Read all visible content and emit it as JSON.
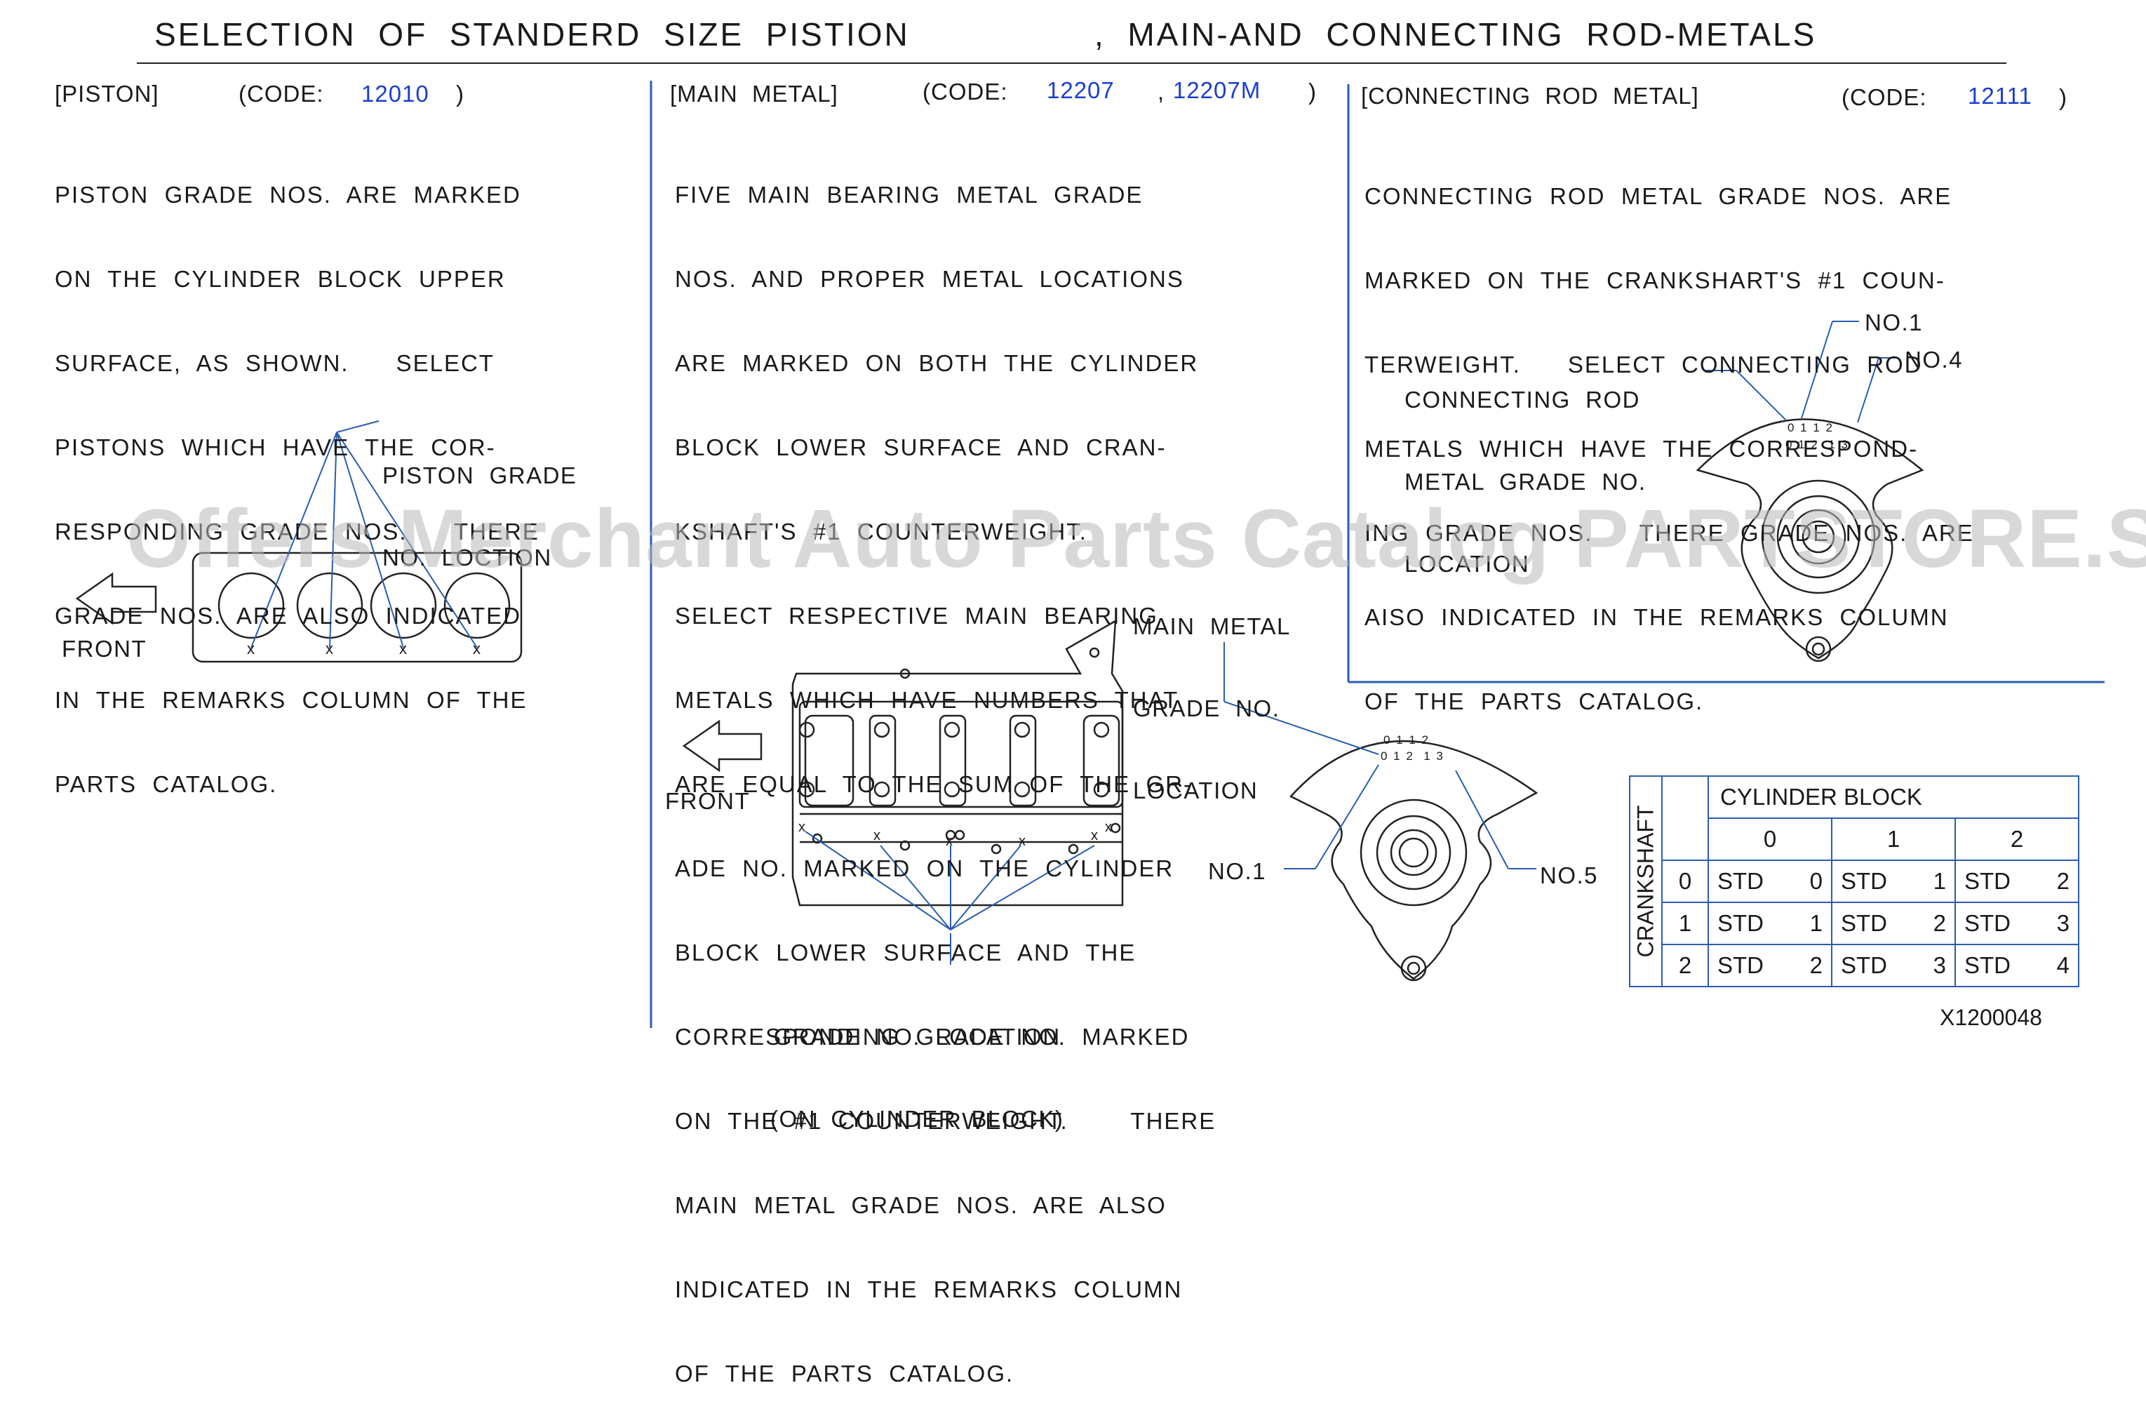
{
  "title": {
    "left": "SELECTION  OF  STANDERD  SIZE  PISTION",
    "right": ",  MAIN-AND  CONNECTING  ROD-METALS"
  },
  "watermark": "Offers Merchant Auto Parts Catalog PARTSTORE.SA",
  "piston": {
    "header": "[PISTON]",
    "code_label": "(CODE:",
    "code": "12010",
    "code_close": ")",
    "text": [
      "PISTON  GRADE  NOS.  ARE  MARKED",
      "ON  THE  CYLINDER  BLOCK  UPPER",
      "SURFACE,  AS  SHOWN.      SELECT",
      "PISTONS  WHICH  HAVE  THE  COR-",
      "RESPONDING  GRADE  NOS.      THERE",
      "GRADE  NOS.  ARE  ALSO  INDICATED",
      "IN  THE  REMARKS  COLUMN  OF  THE",
      "PARTS  CATALOG."
    ],
    "callout": [
      "PISTON  GRADE",
      "NO.  LOCTION"
    ],
    "front": "FRONT",
    "marks": [
      "x",
      "x",
      "x",
      "x"
    ]
  },
  "main_metal": {
    "header": "[MAIN  METAL]",
    "code_label": "(CODE:",
    "code1": "12207",
    "code_sep": ",",
    "code2": "12207M",
    "code_close": ")",
    "text": [
      "FIVE  MAIN  BEARING  METAL  GRADE",
      "NOS.  AND  PROPER  METAL  LOCATIONS",
      "ARE  MARKED  ON  BOTH  THE  CYLINDER",
      "BLOCK  LOWER  SURFACE  AND  CRAN-",
      "KSHAFT'S  #1  COUNTERWEIGHT.",
      "SELECT  RESPECTIVE  MAIN  BEARING",
      "METALS  WHICH  HAVE  NUMBERS  THAT",
      "ARE  EQUAL  TO  THE  SUM  OF  THE  GR-",
      "ADE  NO.  MARKED  ON  THE  CYLINDER",
      "BLOCK  LOWER  SURFACE  AND  THE",
      "CORRESPONDING  GRADE  NO.  MARKED",
      "ON  THE  #1  COUNTERWEIGHT.        THERE",
      "MAIN  METAL  GRADE  NOS.  ARE  ALSO",
      "INDICATED  IN  THE  REMARKS  COLUMN",
      "OF  THE  PARTS  CATALOG."
    ],
    "callout": [
      "MAIN  METAL",
      "GRADE  NO.",
      "LOCATION"
    ],
    "front": "FRONT",
    "block_callout": [
      "GRADE  NO.  LOCATION",
      "(ON  CYLINDER  BLOCK)"
    ],
    "no1": "NO.1",
    "no5": "NO.5",
    "digits_top": "0 1 1 2",
    "digits_bottom": "0 1 2  1 3",
    "block_marks": [
      "x",
      "x",
      "x",
      "x",
      "x",
      "x"
    ]
  },
  "conrod": {
    "header": "[CONNECTING  ROD  METAL]",
    "code_label": "(CODE:",
    "code": "12111",
    "code_close": ")",
    "text": [
      "CONNECTING  ROD  METAL  GRADE  NOS.  ARE",
      "MARKED  ON  THE  CRANKSHART'S  #1  COUN-",
      "TERWEIGHT.      SELECT  CONNECTING  ROD",
      "METALS  WHICH  HAVE  THE  CORRESPOND-",
      "ING  GRADE  NOS.      THERE  GRADE  NOS.  ARE",
      "AISO  INDICATED  IN  THE  REMARKS  COLUMN",
      "OF  THE  PARTS  CATALOG."
    ],
    "callout": [
      "CONNECTING  ROD",
      "METAL  GRADE  NO.",
      "LOCATION"
    ],
    "no1": "NO.1",
    "no4": "NO.4",
    "digits_top": "0 1 1 2",
    "digits_bottom": "0 1 2  1 3"
  },
  "table": {
    "row_axis": "CRANKSHAFT",
    "col_axis": "CYLINDER   BLOCK",
    "col_heads": [
      "0",
      "1",
      "2"
    ],
    "rows": [
      {
        "head": "0",
        "cells": [
          [
            "STD",
            "0"
          ],
          [
            "STD",
            "1"
          ],
          [
            "STD",
            "2"
          ]
        ]
      },
      {
        "head": "1",
        "cells": [
          [
            "STD",
            "1"
          ],
          [
            "STD",
            "2"
          ],
          [
            "STD",
            "3"
          ]
        ]
      },
      {
        "head": "2",
        "cells": [
          [
            "STD",
            "2"
          ],
          [
            "STD",
            "3"
          ],
          [
            "STD",
            "4"
          ]
        ]
      }
    ]
  },
  "figure_id": "X1200048",
  "colors": {
    "text": "#1a1a1a",
    "leader": "#2a5db0",
    "code": "#1a3fcf",
    "watermark": "#b9b9b9"
  }
}
